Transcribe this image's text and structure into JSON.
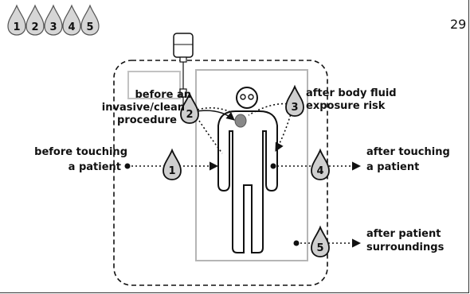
{
  "page_number": "29",
  "header_drops": [
    "1",
    "2",
    "3",
    "4",
    "5"
  ],
  "moments": [
    {
      "num": "1",
      "lines": [
        "before touching",
        "a patient"
      ]
    },
    {
      "num": "2",
      "lines": [
        "before an",
        "invasive/clean",
        "procedure"
      ]
    },
    {
      "num": "3",
      "lines": [
        "after body fluid",
        "exposure risk"
      ]
    },
    {
      "num": "4",
      "lines": [
        "after touching",
        "a patient"
      ]
    },
    {
      "num": "5",
      "lines": [
        "after patient",
        "surroundings"
      ]
    }
  ],
  "colors": {
    "ink": "#111111",
    "drop_fill": "#cfcfcf",
    "bed_line": "#b5b5b5",
    "contact": "#888888"
  }
}
